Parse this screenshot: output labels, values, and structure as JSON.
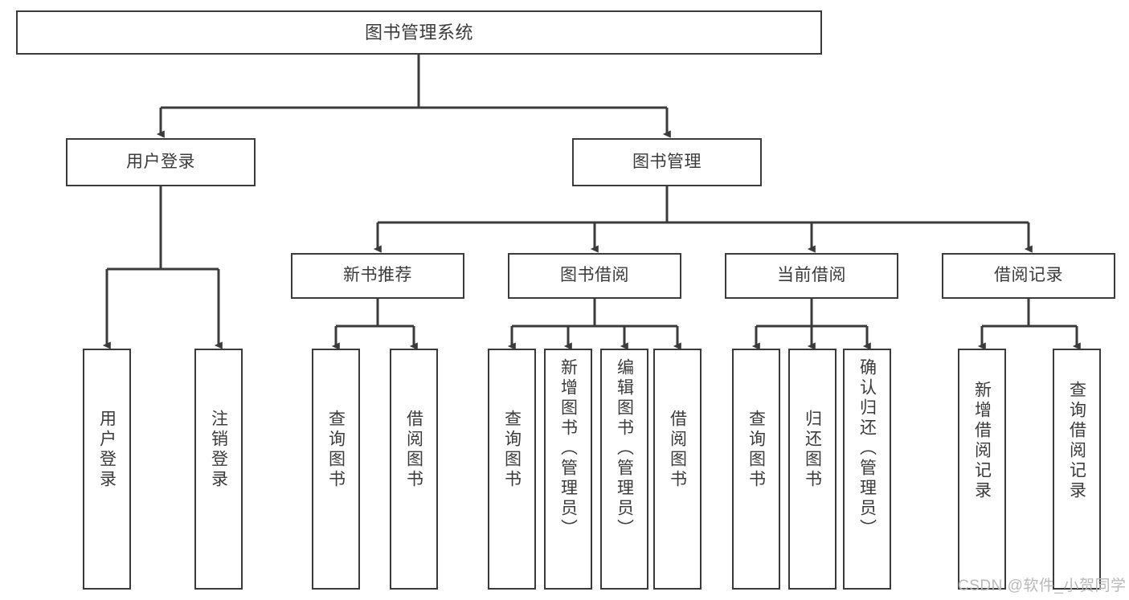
{
  "diagram": {
    "type": "tree-hierarchy",
    "title": "图书管理系统",
    "stroke_color": "#3b3b3b",
    "background_color": "#ffffff",
    "nodes": {
      "root": {
        "label": "图书管理系统"
      },
      "level1": [
        {
          "id": "user-login",
          "label": "用户登录"
        },
        {
          "id": "book-management",
          "label": "图书管理"
        }
      ],
      "level2": [
        {
          "id": "new-book-recommend",
          "label": "新书推荐",
          "parent": "book-management"
        },
        {
          "id": "book-borrow",
          "label": "图书借阅",
          "parent": "book-management"
        },
        {
          "id": "current-borrow",
          "label": "当前借阅",
          "parent": "book-management"
        },
        {
          "id": "borrow-record",
          "label": "借阅记录",
          "parent": "book-management"
        }
      ],
      "leaves": [
        {
          "id": "leaf-user-login",
          "label": "用户登录",
          "parent": "user-login"
        },
        {
          "id": "leaf-user-logout",
          "label": "注销登录",
          "parent": "user-login"
        },
        {
          "id": "leaf-query-book-1",
          "label": "查询图书",
          "parent": "new-book-recommend"
        },
        {
          "id": "leaf-borrow-book-1",
          "label": "借阅图书",
          "parent": "new-book-recommend"
        },
        {
          "id": "leaf-query-book-2",
          "label": "查询图书",
          "parent": "book-borrow"
        },
        {
          "id": "leaf-add-book",
          "label": "新增图书（管理员）",
          "parent": "book-borrow"
        },
        {
          "id": "leaf-edit-book",
          "label": "编辑图书（管理员）",
          "parent": "book-borrow"
        },
        {
          "id": "leaf-borrow-book-2",
          "label": "借阅图书",
          "parent": "book-borrow"
        },
        {
          "id": "leaf-query-book-3",
          "label": "查询图书",
          "parent": "current-borrow"
        },
        {
          "id": "leaf-return-book",
          "label": "归还图书",
          "parent": "current-borrow"
        },
        {
          "id": "leaf-confirm-return",
          "label": "确认归还（管理员）",
          "parent": "current-borrow"
        },
        {
          "id": "leaf-add-record",
          "label": "新增借阅记录",
          "parent": "borrow-record"
        },
        {
          "id": "leaf-query-record",
          "label": "查询借阅记录",
          "parent": "borrow-record"
        }
      ]
    }
  },
  "watermark": {
    "text": "CSDN @软件_小贺同学"
  }
}
